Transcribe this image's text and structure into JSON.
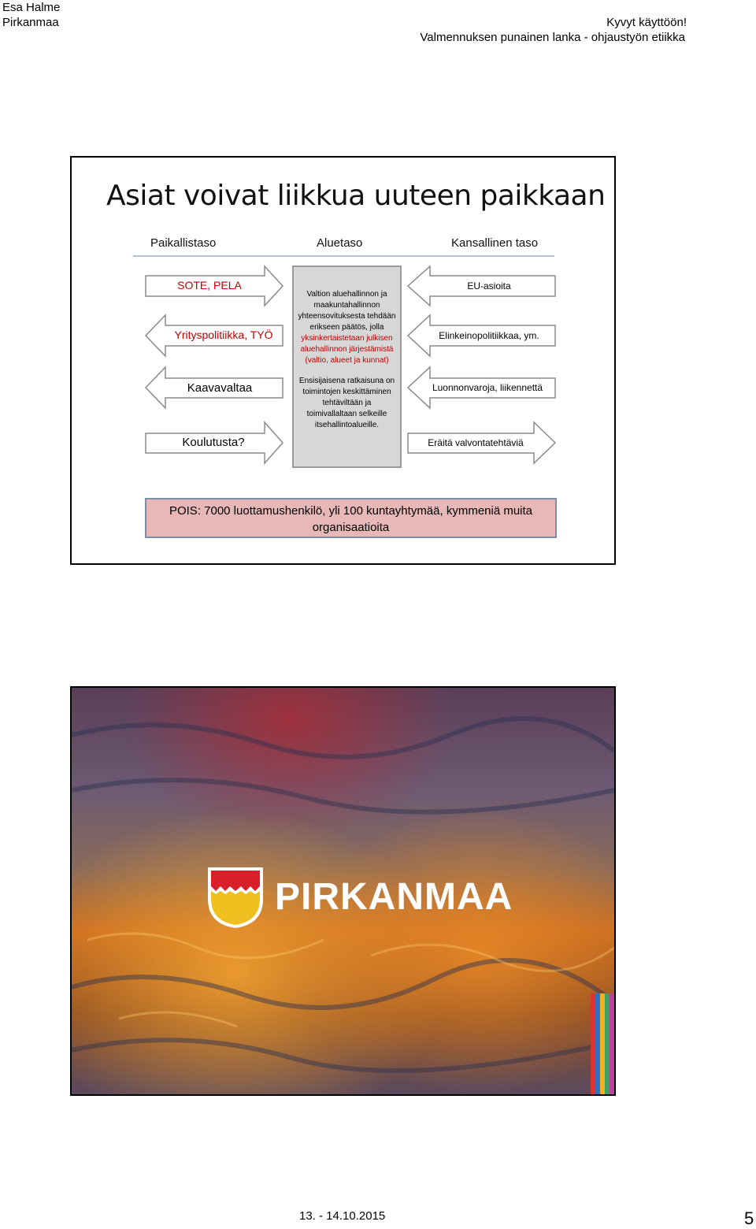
{
  "header": {
    "author": "Esa Halme",
    "region": "Pirkanmaa",
    "course": "Kyvyt käyttöön!",
    "subtitle": "Valmennuksen punainen lanka - ohjaustyön etiikka"
  },
  "slide1": {
    "title": "Asiat voivat liikkua uuteen paikkaan",
    "levels": [
      "Paikallistaso",
      "Aluetaso",
      "Kansallinen taso"
    ],
    "left_arrows": [
      {
        "text": "SOTE, PELA",
        "direction": "right",
        "color": "#c00000"
      },
      {
        "text": "Yrityspolitiikka, TYÖ",
        "direction": "left",
        "color": "#c00000"
      },
      {
        "text": "Kaavavaltaa",
        "direction": "left",
        "color": "#000000"
      },
      {
        "text": "Koulutusta?",
        "direction": "right",
        "color": "#000000"
      }
    ],
    "right_arrows": [
      {
        "text": "EU-asioita",
        "direction": "left"
      },
      {
        "text": "Elinkeinopolitiikkaa, ym.",
        "direction": "left"
      },
      {
        "text": "Luonnonvaroja, liikennettä",
        "direction": "left"
      },
      {
        "text": "Eräitä valvontatehtäviä",
        "direction": "right"
      }
    ],
    "center_text": {
      "p1_start": "Valtion aluehallinnon ja maakuntahallinnon yhteensovituksesta tehdään erikseen päätös, jolla ",
      "p1_red": "yksinkertaistetaan julkisen aluehallinnon järjestämistä (valtio, alueet ja kunnat)",
      "p2": "Ensisijaisena ratkaisuna on toimintojen keskittäminen tehtäviltään ja toimivallaltaan selkeille itsehallintoalueille."
    },
    "pois": "POIS: 7000 luottamushenkilö, yli 100 kuntayhtymää, kymmeniä muita organisaatioita"
  },
  "slide2": {
    "logo_text": "PIRKANMAA"
  },
  "footer": {
    "date": "13. - 14.10.2015",
    "page": "5"
  }
}
